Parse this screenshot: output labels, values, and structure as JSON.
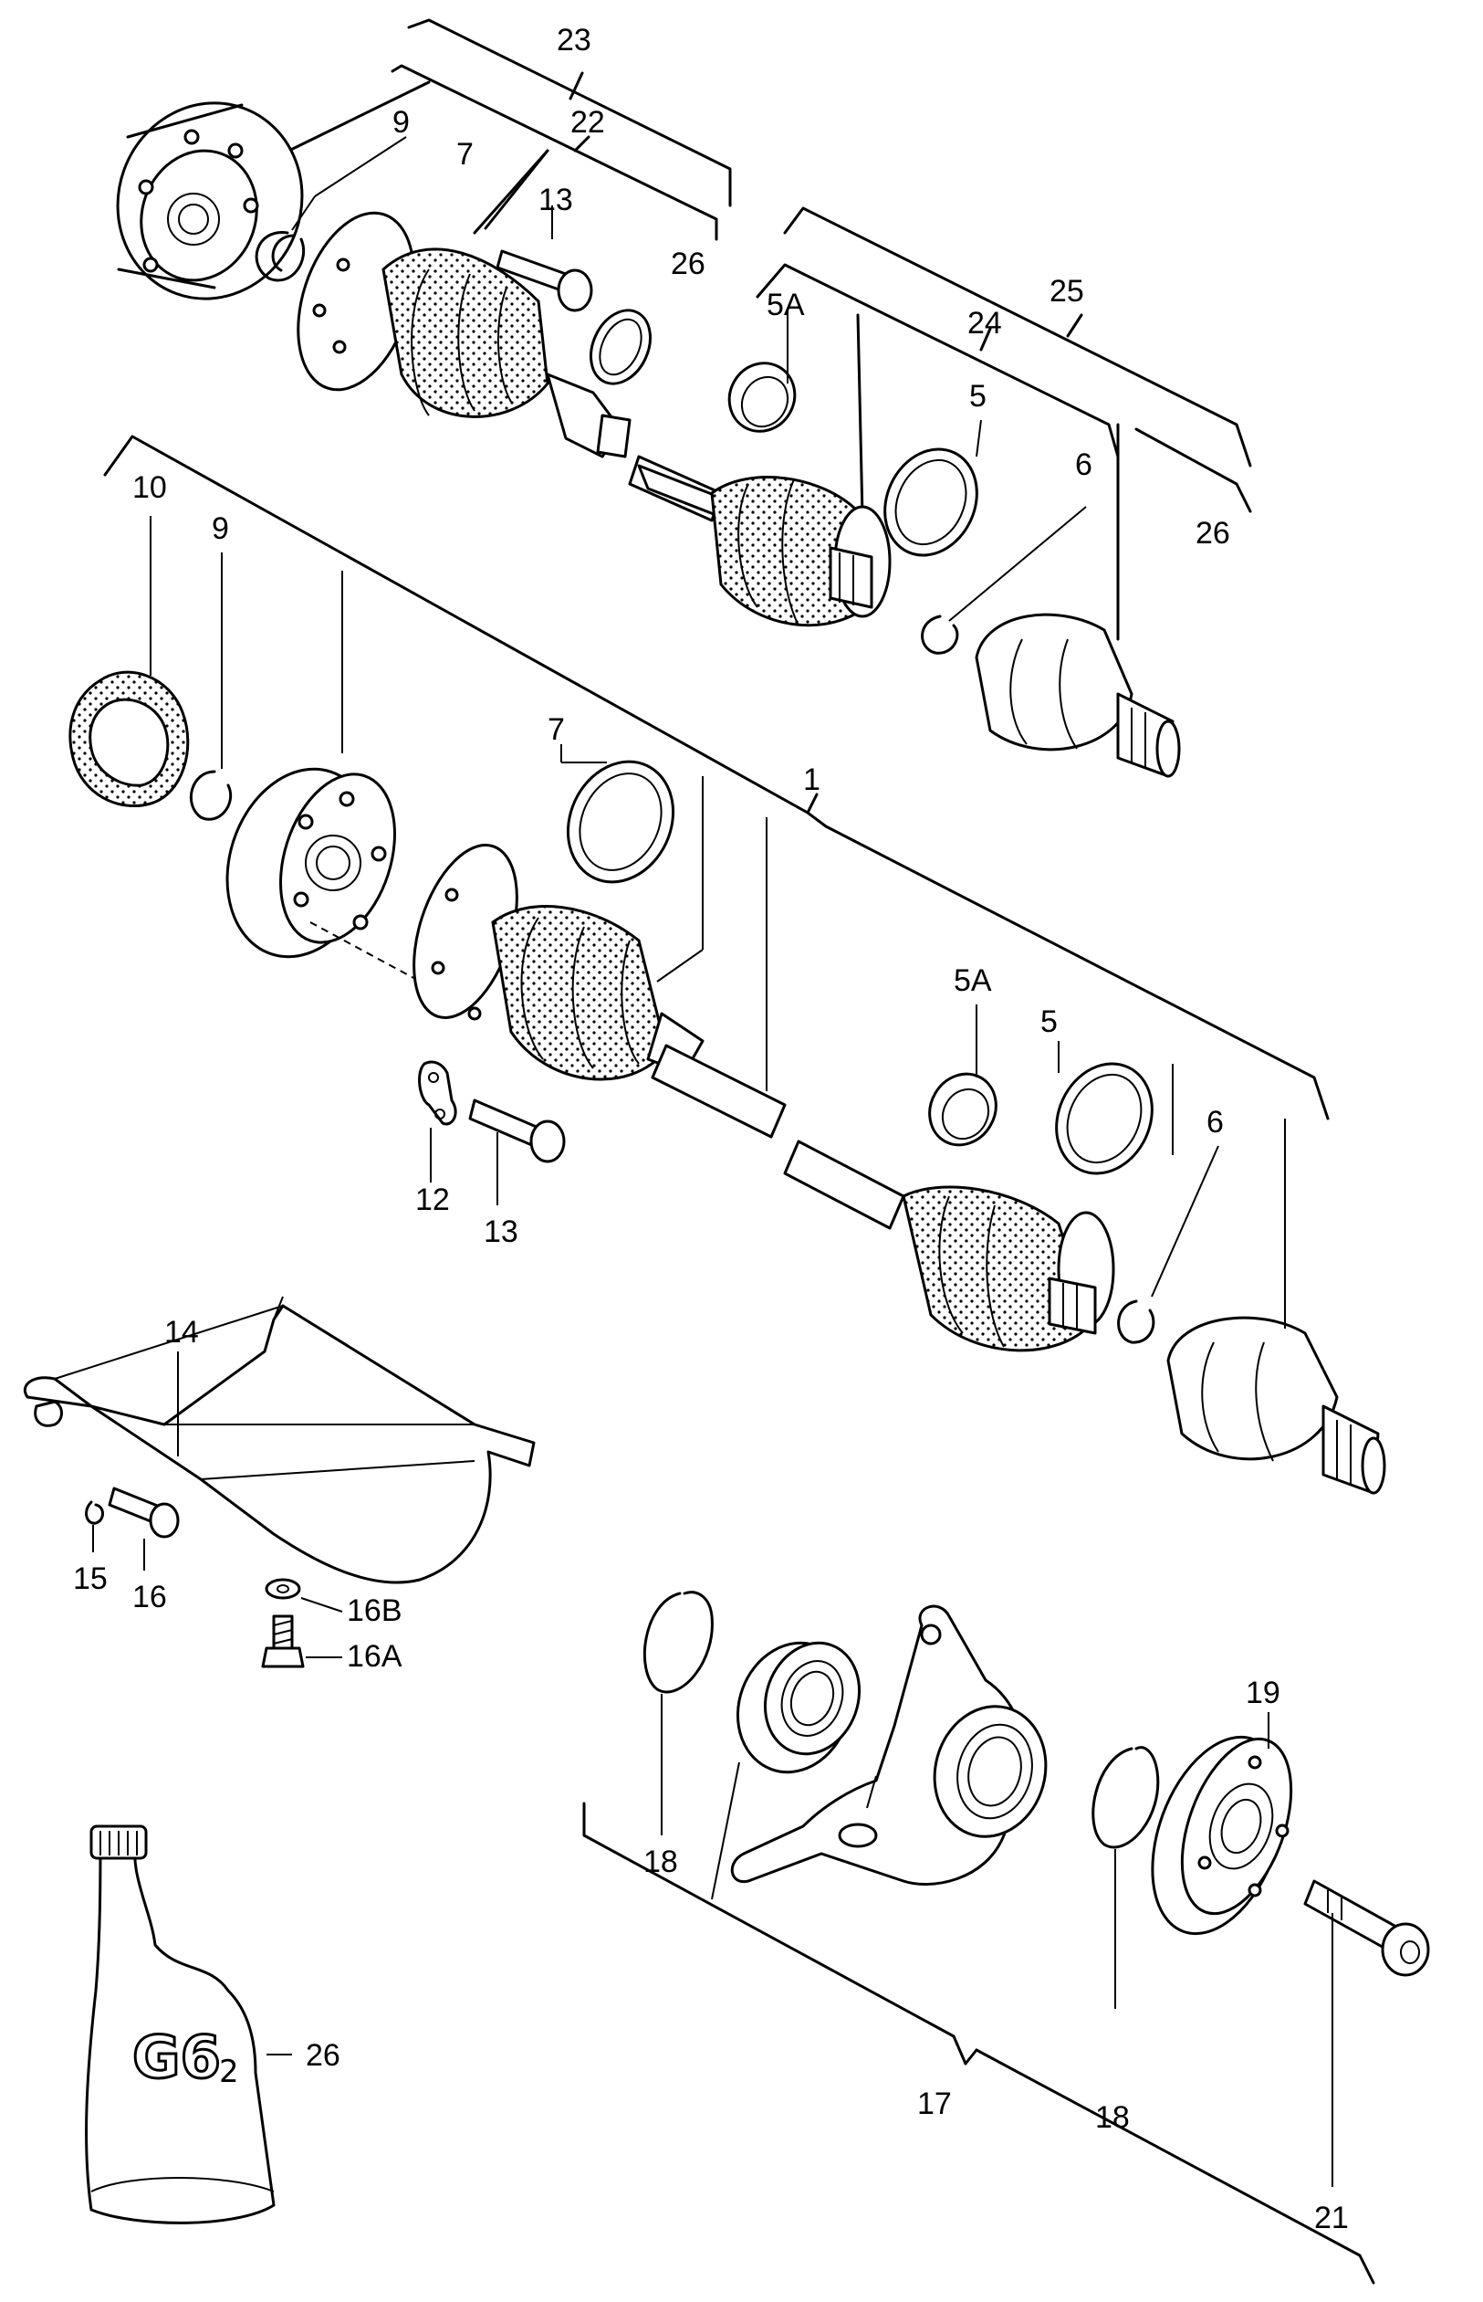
{
  "labels": {
    "l23": "23",
    "l22": "22",
    "l7a": "7",
    "l9a": "9",
    "l13a": "13",
    "l26a": "26",
    "l25": "25",
    "l24": "24",
    "l5Aa": "5A",
    "l5a": "5",
    "l6a": "6",
    "l26b": "26",
    "l10": "10",
    "l9b": "9",
    "l7b": "7",
    "l1": "1",
    "l5Ab": "5A",
    "l5b": "5",
    "l6b": "6",
    "l12": "12",
    "l13b": "13",
    "l14": "14",
    "l15": "15",
    "l16": "16",
    "l16B": "16B",
    "l16A": "16A",
    "l18a": "18",
    "l19": "19",
    "l17": "17",
    "l18b": "18",
    "l21": "21",
    "l26c": "26"
  },
  "tube_print": {
    "main": "G6",
    "sub": "2"
  }
}
